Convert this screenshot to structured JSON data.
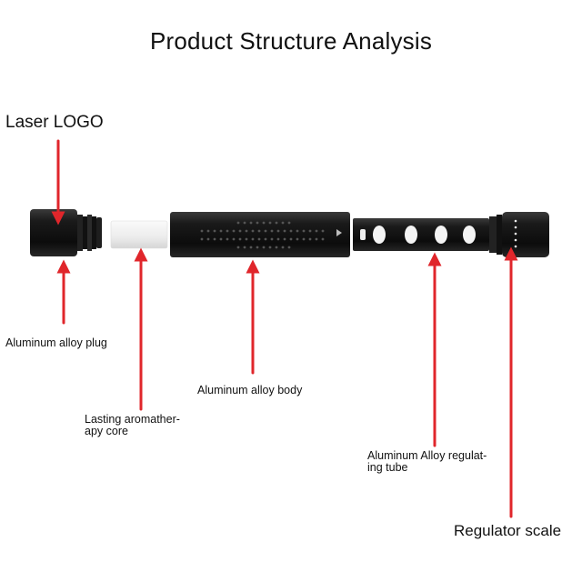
{
  "title": "Product Structure Analysis",
  "labels": {
    "laser_logo": "Laser LOGO",
    "plug": "Aluminum alloy plug",
    "body": "Aluminum alloy body",
    "core_line1": "Lasting aromather-",
    "core_line2": "apy core",
    "tube_line1": "Aluminum Alloy regulat-",
    "tube_line2": "ing tube",
    "scale": "Regulator scale"
  },
  "colors": {
    "arrow": "#e0262b",
    "product": "#141414",
    "core": "#f1f1f1"
  }
}
